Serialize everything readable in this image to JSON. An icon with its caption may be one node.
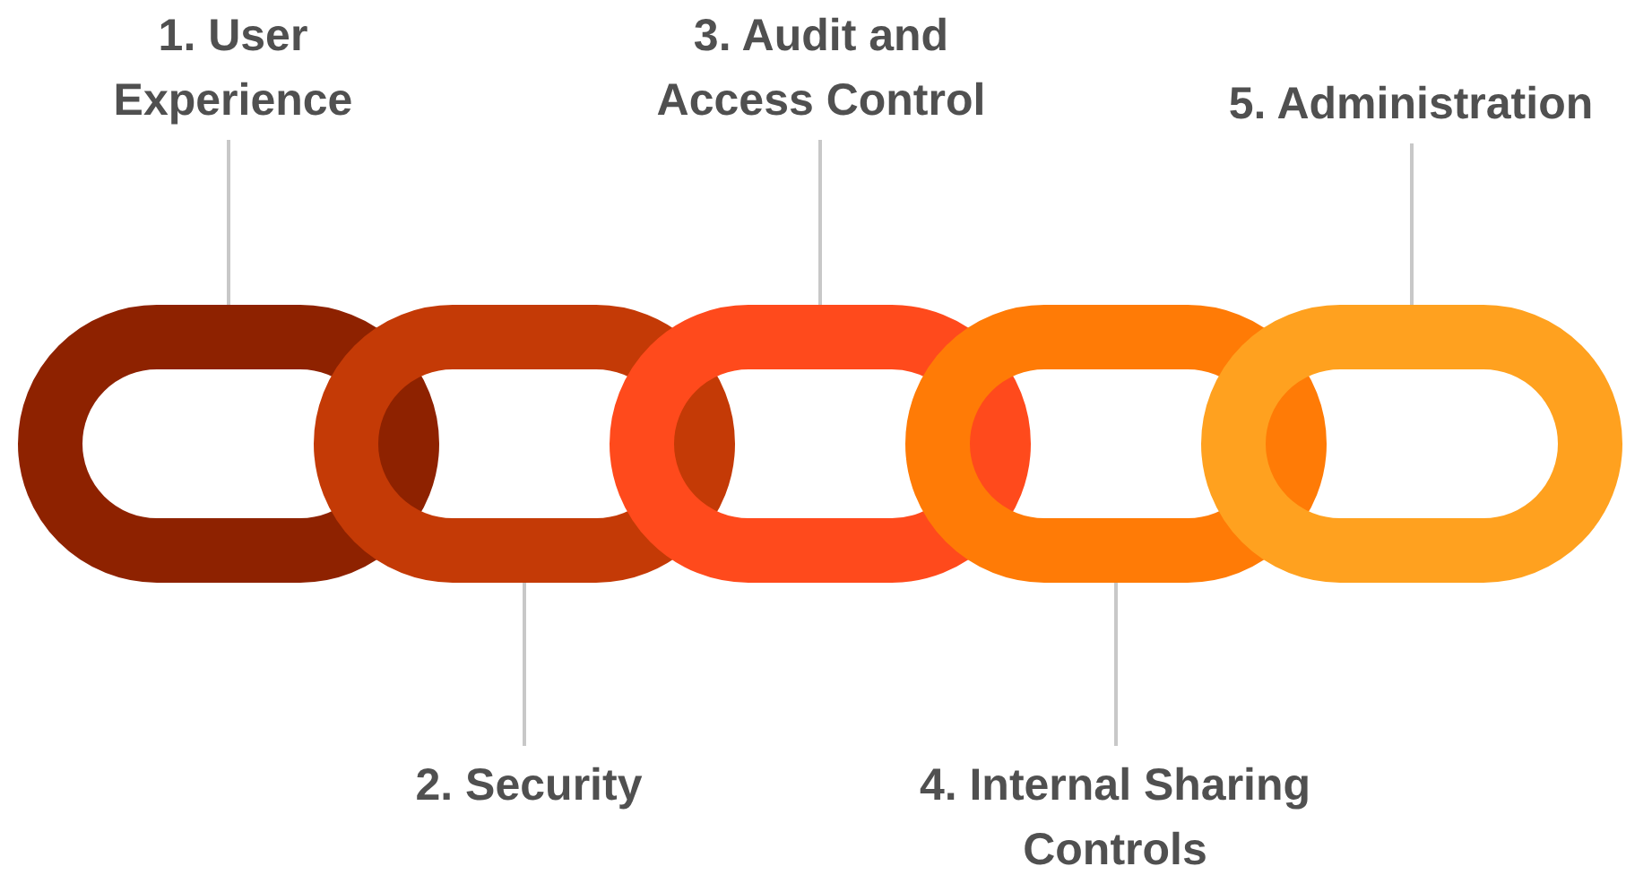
{
  "diagram": {
    "nodes": [
      {
        "text": [
          "1. User Experience"
        ]
      },
      {
        "text": [
          "2. Security"
        ]
      },
      {
        "text": [
          "3. Audit and Access Control"
        ]
      },
      {
        "text": [
          "4. Internal Sharing Controls"
        ]
      },
      {
        "text": [
          "5. Administration"
        ]
      },
      {
        "text": [],
        "shape": "ring"
      },
      {
        "text": [],
        "shape": "ring"
      },
      {
        "text": [],
        "shape": "ring"
      },
      {
        "text": [],
        "shape": "ring"
      },
      {
        "text": [],
        "shape": "ring"
      }
    ],
    "edges": [
      {
        "from": 0,
        "to": 5,
        "arrow": "none"
      },
      {
        "from": 1,
        "to": 6,
        "arrow": "none"
      },
      {
        "from": 2,
        "to": 7,
        "arrow": "none"
      },
      {
        "from": 3,
        "to": 8,
        "arrow": "none"
      },
      {
        "from": 4,
        "to": 9,
        "arrow": "none"
      }
    ]
  }
}
